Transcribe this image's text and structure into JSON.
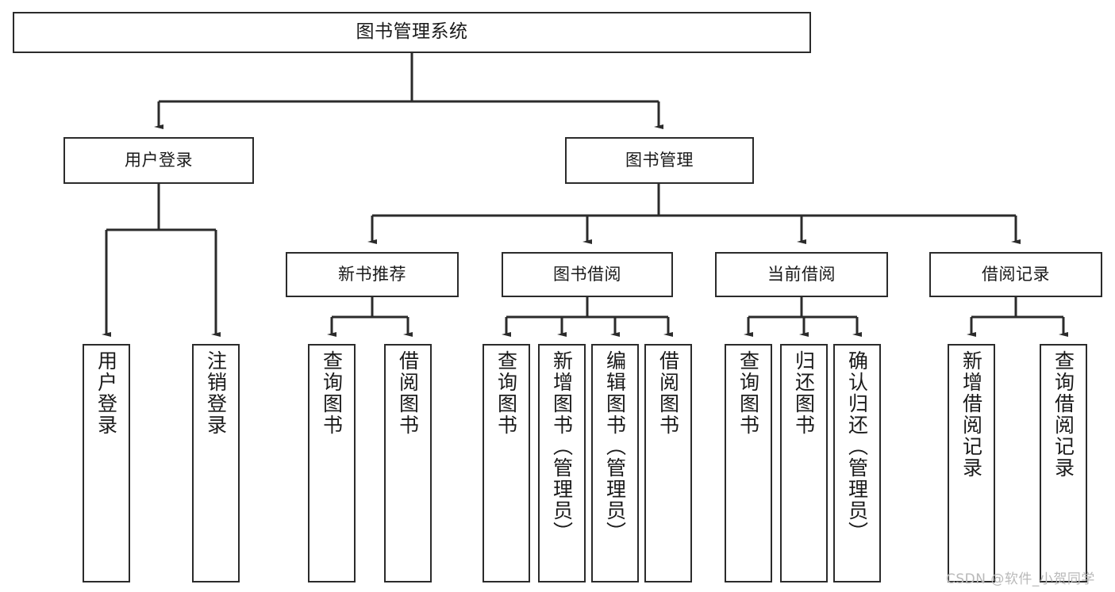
{
  "diagram": {
    "title": "图书管理系统",
    "root": {
      "label": "图书管理系统"
    },
    "level2": [
      {
        "label": "用户登录"
      },
      {
        "label": "图书管理"
      }
    ],
    "level3": [
      {
        "label": "新书推荐"
      },
      {
        "label": "图书借阅"
      },
      {
        "label": "当前借阅"
      },
      {
        "label": "借阅记录"
      }
    ],
    "leaves": {
      "user_login": [
        {
          "label": "用户登录"
        },
        {
          "label": "注销登录"
        }
      ],
      "new_book_recommend": [
        {
          "label": "查询图书"
        },
        {
          "label": "借阅图书"
        }
      ],
      "book_borrow": [
        {
          "label": "查询图书"
        },
        {
          "label": "新增图书（管理员）"
        },
        {
          "label": "编辑图书（管理员）"
        },
        {
          "label": "借阅图书"
        }
      ],
      "current_borrow": [
        {
          "label": "查询图书"
        },
        {
          "label": "归还图书"
        },
        {
          "label": "确认归还（管理员）"
        }
      ],
      "borrow_record": [
        {
          "label": "新增借阅记录"
        },
        {
          "label": "查询借阅记录"
        }
      ]
    }
  },
  "watermark": {
    "text": "CSDN @软件_小贺同学"
  },
  "colors": {
    "stroke": "#2b2b2b",
    "background": "#ffffff",
    "text": "#1a1a1a",
    "watermark": "#b9b9b9"
  }
}
